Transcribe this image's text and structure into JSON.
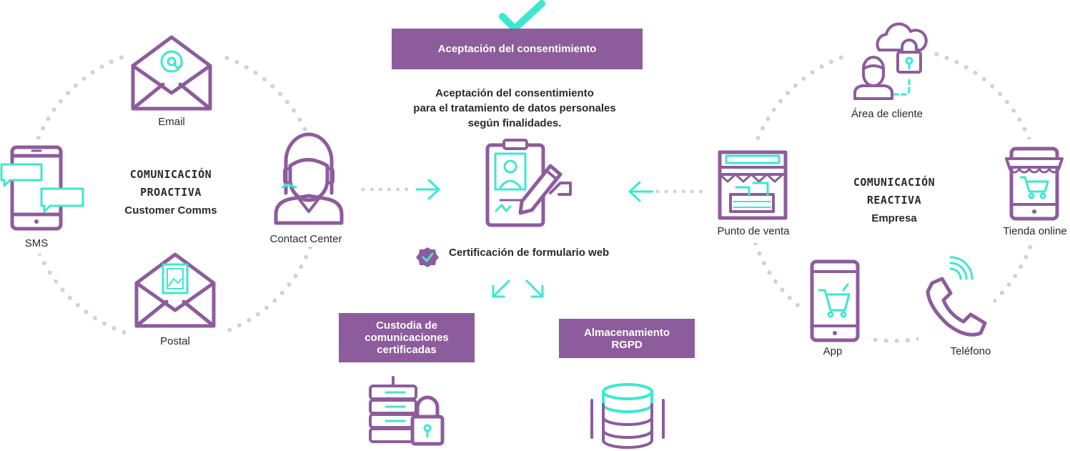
{
  "colors": {
    "purple": "#8d5c9c",
    "teal": "#3ce8cf",
    "dots": "#d2d2d2"
  },
  "left": {
    "heading_line1": "COMUNICACIÓN",
    "heading_line2": "PROACTIVA",
    "heading_sub": "Customer Comms",
    "email_label": "Email",
    "sms_label": "SMS",
    "postal_label": "Postal",
    "contact_center_label": "Contact Center"
  },
  "center": {
    "top_box": "Aceptación del consentimiento",
    "description": [
      "Aceptación del consentimiento",
      "para el tratamiento de datos personales",
      "según finalidades."
    ],
    "certification": "Certificación de formulario web",
    "custody_box": "Custodia de comunicaciones certificadas",
    "storage_box": "Almacenamiento RGPD"
  },
  "right": {
    "heading_line1": "COMUNICACIÓN",
    "heading_line2": "REACTIVA",
    "heading_sub": "Empresa",
    "client_area_label": "Área de cliente",
    "pos_label": "Punto de venta",
    "online_store_label": "Tienda online",
    "app_label": "App",
    "phone_label": "Teléfono"
  }
}
